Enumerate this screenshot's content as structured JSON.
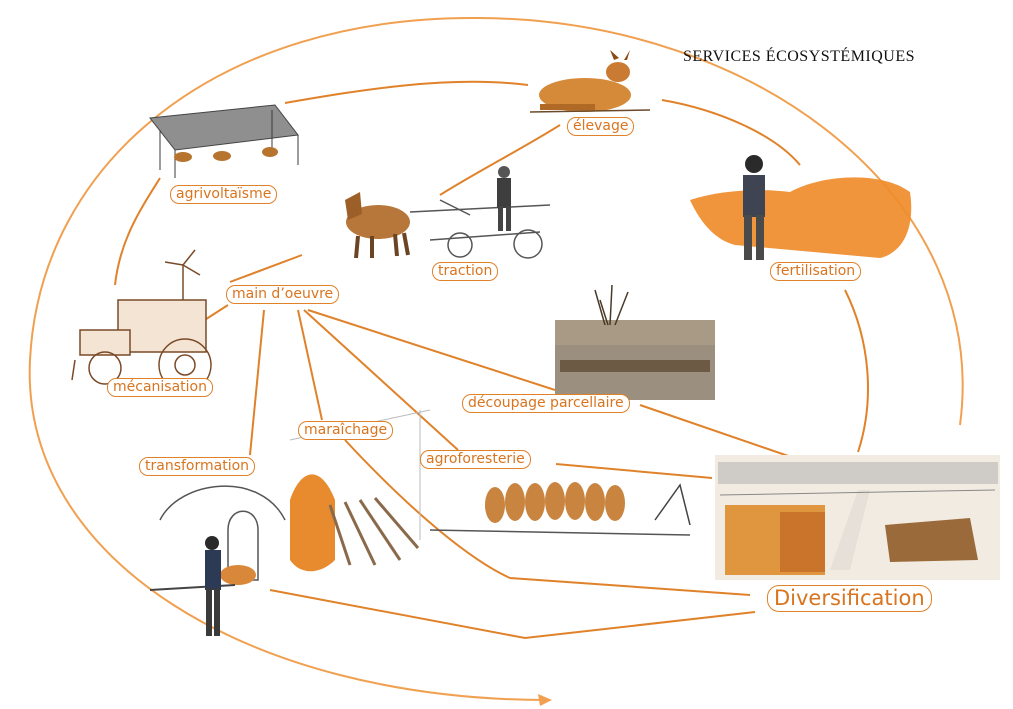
{
  "title": "SERVICES ÉCOSYSTÉMIQUES",
  "labels": {
    "elevage": "élevage",
    "agrivoltaisme": "agrivoltaïsme",
    "traction": "traction",
    "fertilisation": "fertilisation",
    "main_doeuvre": "main d’oeuvre",
    "mecanisation": "mécanisation",
    "decoupage": "découpage parcellaire",
    "maraichage": "maraîchage",
    "agroforesterie": "agroforesterie",
    "transformation": "transformation",
    "diversification": "Diversification"
  },
  "colors": {
    "accent": "#e0822a",
    "accent_light": "#f0a050",
    "text": "#d9741f"
  }
}
